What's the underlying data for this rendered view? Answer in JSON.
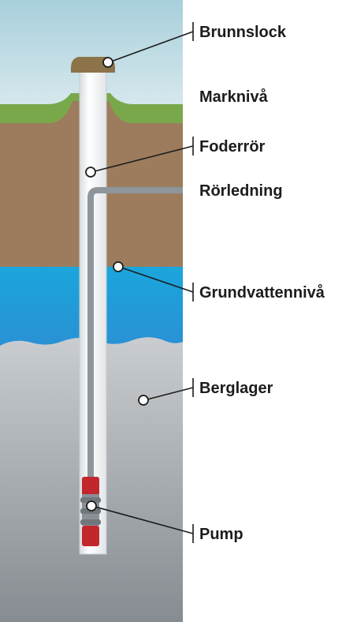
{
  "labels": {
    "well_cap": "Brunnslock",
    "ground_level": "Marknivå",
    "casing": "Foderrör",
    "pipeline": "Rörledning",
    "groundwater_level": "Grundvattennivå",
    "bedrock": "Berglager",
    "pump": "Pump"
  },
  "colors": {
    "sky_top": "#a8d0dc",
    "sky_bottom": "#d9e9ee",
    "grass": "#79a84a",
    "soil": "#9c7c5d",
    "water_top": "#1aa6dc",
    "water_bottom": "#2b8fd4",
    "bedrock_top": "#c9cdd0",
    "bedrock_bottom": "#868c91",
    "casing": "#f4f5f6",
    "pipe": "#8e969c",
    "pump_red": "#c1272d",
    "cap": "#8c7349",
    "text": "#1c1c1c"
  }
}
